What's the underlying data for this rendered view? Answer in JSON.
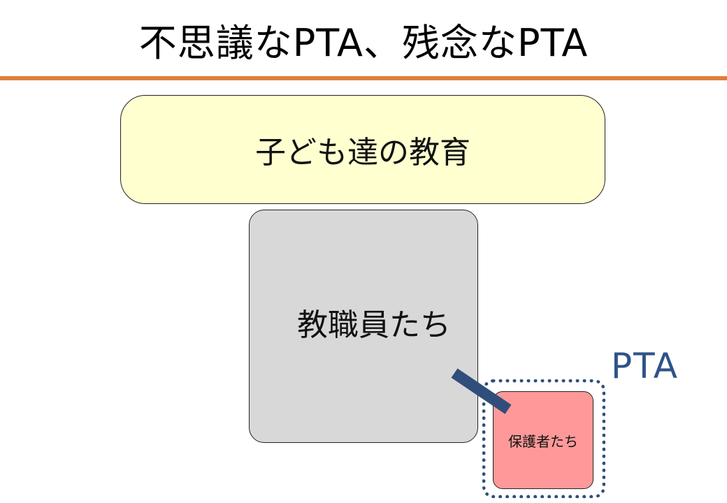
{
  "title": "不思議なPTA、残念なPTA",
  "diagram": {
    "goal": "子ども達の教育",
    "staff": "教職員たち",
    "parents": "保護者たち",
    "pta_label": "PTA"
  },
  "colors": {
    "divider": "#e07f3c",
    "goal_fill": "#ffffd0",
    "staff_fill": "#d8d8d8",
    "parents_fill": "#ff9999",
    "pta_accent": "#2f4e7c"
  }
}
